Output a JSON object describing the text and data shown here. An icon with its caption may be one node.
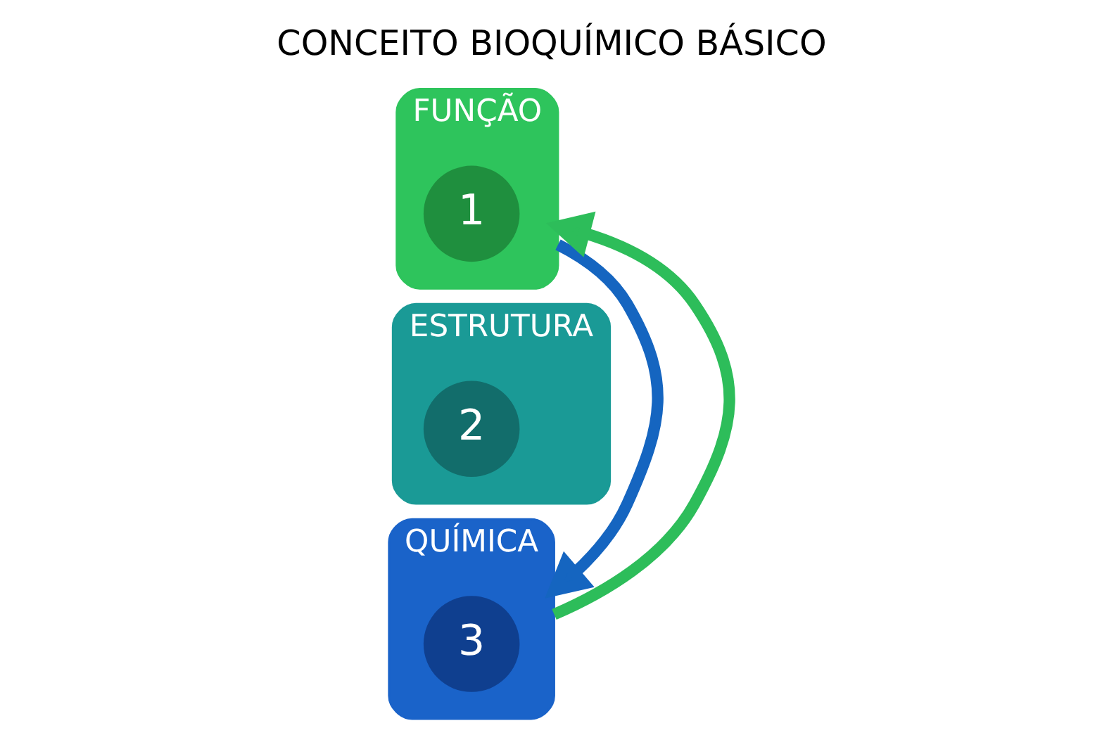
{
  "diagram": {
    "title": "CONCEITO BIOQUÍMICO BÁSICO",
    "nodes": [
      {
        "text": [
          "FUNÇÃO"
        ]
      },
      {
        "text": [
          "1"
        ],
        "in": 0
      },
      {
        "text": [
          "ESTRUTURA"
        ]
      },
      {
        "text": [
          "2"
        ],
        "in": 2
      },
      {
        "text": [
          "QUÍMICA"
        ]
      },
      {
        "text": [
          "3"
        ],
        "in": 4
      }
    ],
    "edges": [
      {
        "from": 0,
        "to": 4,
        "arrow": "to",
        "color": "#1565c0"
      },
      {
        "from": 4,
        "to": 0,
        "arrow": "to",
        "color": "#2dbd5a"
      }
    ]
  }
}
